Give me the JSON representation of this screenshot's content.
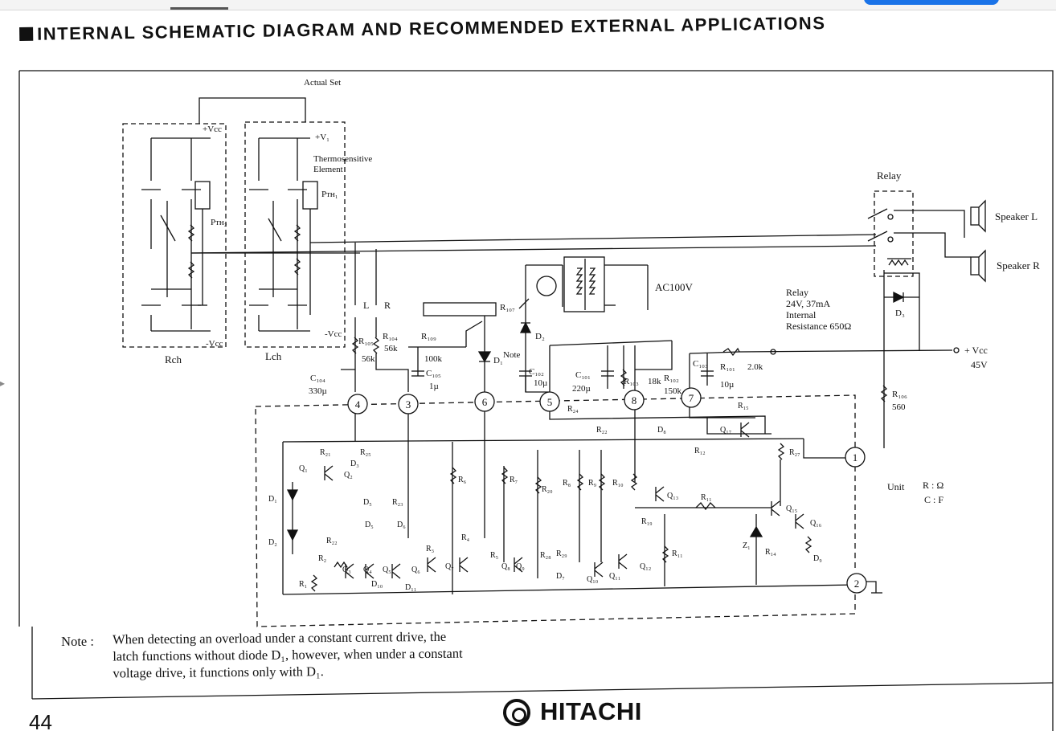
{
  "heading": "INTERNAL SCHEMATIC DIAGRAM AND RECOMMENDED EXTERNAL APPLICATIONS",
  "schematic": {
    "actual_set": "Actual Set",
    "vcc_plus": "+Vcc",
    "vcc_minus": "-Vcc",
    "v1": "+V₁",
    "thermo": "Thermosensitive",
    "element": "Element",
    "pth1": "Pᴛʜ₁",
    "pth2": "Pᴛʜ₂",
    "rch": "Rch",
    "lch": "Lch",
    "relay": "Relay",
    "speaker_l": "Speaker L",
    "speaker_r": "Speaker R",
    "ac100v": "AC100V",
    "relay_spec": [
      "Relay",
      "24V, 37mA",
      "Internal",
      "Resistance 650Ω"
    ],
    "d3": "D₃",
    "vcc_45": "+ Vcc",
    "v45": "45V",
    "r106": "R₁₀₆",
    "r106_val": "560",
    "l": "L",
    "r": "R",
    "r105": "R₁₀₅",
    "r105_val": "56k",
    "r104": "R₁₀₄",
    "r104_val": "56k",
    "r109": "R₁₀₉",
    "r109_val": "100k",
    "c104": "C₁₀₄",
    "c104_val": "330µ",
    "c105": "C₁₀₅",
    "c105_val": "1µ",
    "d1": "D₁",
    "note_tag": "Note",
    "r107": "R₁₀₇",
    "d2": "D₂",
    "c102": "C₁₀₂",
    "c102_val": "10µ",
    "c101": "C₁₀₁",
    "c101_val": "220µ",
    "r103": "R₁₀₃",
    "r103_val": "18k",
    "r102": "R₁₀₂",
    "r102_val": "150k",
    "c103": "C₁₀₃",
    "c103_val": "10µ",
    "r101": "R₁₀₁",
    "r101_val": "2.0k",
    "unit_label": "Unit",
    "unit_r": "R : Ω",
    "unit_c": "C : F",
    "pins": [
      "4",
      "3",
      "6",
      "5",
      "8",
      "7",
      "1",
      "2"
    ],
    "internal": [
      "R₂₁",
      "R₂₅",
      "Q₁",
      "Q₂",
      "D₁",
      "D₂",
      "D₃",
      "D₄",
      "D₅",
      "D₆",
      "R₂₃",
      "R₂₂",
      "R₂",
      "R₁",
      "Q₃",
      "Q₄",
      "Q₅",
      "Q₆",
      "D₁₀",
      "D₁₁",
      "R₃",
      "R₄",
      "R₅",
      "R₆",
      "R₇",
      "Q₇",
      "Q₈",
      "Q₉",
      "R₂₀",
      "R₂₈",
      "R₂₉",
      "D₇",
      "R₂₄",
      "R₂₂",
      "R₈",
      "R₉",
      "R₁₀",
      "Q₁₀",
      "Q₁₁",
      "Q₁₂",
      "Q₁₃",
      "R₁₉",
      "R₁₁",
      "D₈",
      "R₁₂",
      "Q₁₇",
      "R₁₅",
      "R₂₇",
      "R₁₁",
      "Q₁₅",
      "Q₁₆",
      "D₉",
      "Z₁",
      "R₁₄"
    ]
  },
  "note": {
    "label": "Note :",
    "lines": [
      "When detecting an overload under a constant current drive, the",
      "latch functions without diode D₁, however, when under a constant",
      "voltage drive, it functions only with D₁."
    ]
  },
  "page_number": "44",
  "brand": "HITACHI"
}
